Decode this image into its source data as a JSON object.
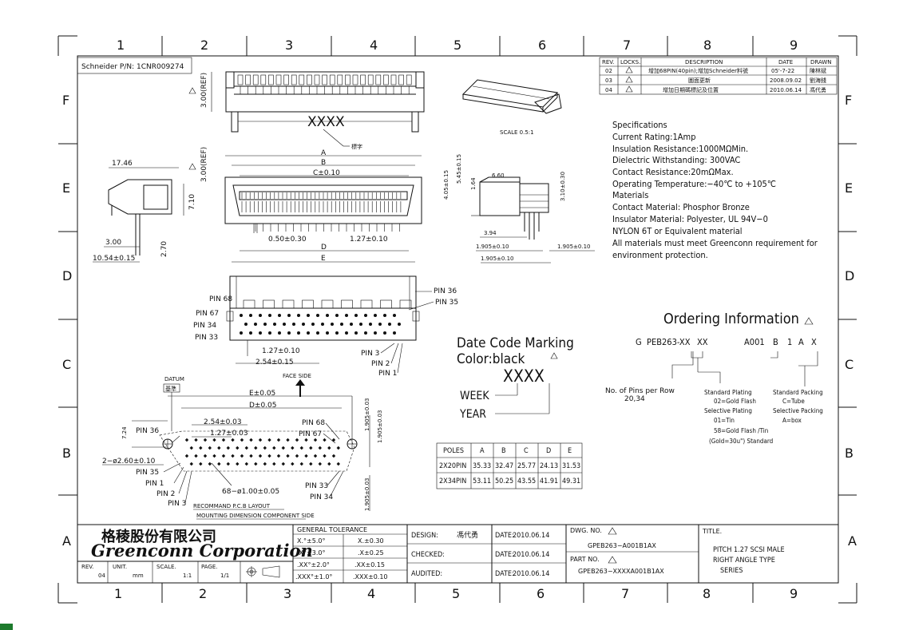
{
  "frame": {
    "columns": [
      "1",
      "2",
      "3",
      "4",
      "5",
      "6",
      "7",
      "8",
      "9"
    ],
    "rows": [
      "F",
      "E",
      "D",
      "C",
      "B",
      "A"
    ]
  },
  "part_number_label": "Schneider P/N: 1CNR009274",
  "revision_table": {
    "headers": [
      "REV.",
      "LOCKS.",
      "DESCRIPTION",
      "DATE",
      "DRAWN"
    ],
    "rows": [
      {
        "rev": "02",
        "desc": "增加68PIN(40pin);增加Schneider料號",
        "date": "05'-7-22",
        "drawn": "陳林斌"
      },
      {
        "rev": "03",
        "desc": "圖面更新",
        "date": "2008.09.02",
        "drawn": "劉海錢"
      },
      {
        "rev": "04",
        "desc": "增加日期碼標記及位置",
        "date": "2010.06.14",
        "drawn": "馮代勇"
      }
    ]
  },
  "top_view": {
    "ref_dim": "3.00(REF)",
    "marking": "XXXX",
    "marking_note": "標字"
  },
  "front_view": {
    "ref_dim": "3.00(REF)",
    "dim_a": "A",
    "dim_b": "B",
    "dim_c": "C±0.10",
    "dim_pin_w": "0.50±0.30",
    "dim_pitch": "1.27±0.10",
    "dim_d": "D",
    "dim_e": "E"
  },
  "side_view": {
    "dim_w": "17.46",
    "dim_h": "7.10",
    "dim_3": "3.00",
    "dim_270": "2.70",
    "dim_bottom": "10.54±0.15"
  },
  "iso_view": {
    "scale": "SCALE 0.5:1"
  },
  "right_view": {
    "dims": [
      "4.05±0.15",
      "5.45±0.15",
      "1.64",
      "6.60",
      "3.10±0.30",
      "3.94",
      "1.905±0.10",
      "1.905±0.10",
      "1.905±0.10"
    ]
  },
  "specs": {
    "title": "Specifications",
    "lines": [
      "Current Rating:1Amp",
      "Insulation Resistance:1000MΩMin.",
      "Dielectric Withstanding:    300VAC",
      "Contact Resistance:20mΩMax.",
      "Operating Temperature:−40℃ to +105℃",
      "Materials",
      "Contact Material: Phosphor Bronze",
      "Insulator Material: Polyester, UL 94V−0",
      "    NYLON 6T or Equivalent material",
      "All materials must meet Greenconn requirement for",
      "environment protection."
    ]
  },
  "pin_view": {
    "labels": [
      "PIN 68",
      "PIN 67",
      "PIN 34",
      "PIN 33",
      "PIN 36",
      "PIN 35",
      "PIN 3",
      "PIN 2",
      "PIN 1"
    ],
    "pitch": "1.27±0.10",
    "row_pitch": "2.54±0.15",
    "face": "FACE SIDE"
  },
  "pcb_layout": {
    "datum": "DATUM",
    "datum_code": "基準",
    "e_dim": "E±0.05",
    "d_dim": "D±0.05",
    "pitch_a": "2.54±0.03",
    "pitch_b": "1.27±0.03",
    "h_dim": "7.24",
    "hole": "2−ø2.60±0.10",
    "pin_hole": "68−ø1.00±0.05",
    "v_dim1": "1.905±0.03",
    "v_dim2": "1.905±0.03",
    "v_dim3": "1.905±0.03",
    "labels": [
      "PIN 36",
      "PIN 68",
      "PIN 67",
      "PIN 35",
      "PIN 1",
      "PIN 2",
      "PIN 3",
      "PIN 33",
      "PIN 34"
    ],
    "caption1": "RECOMMAND P.C.B LAYOUT",
    "caption2": "MOUNTING DIMENSION COMPONENT SIDE"
  },
  "date_code": {
    "title": "Date Code Marking",
    "color": "Color:black",
    "code": "XXXX",
    "week": "WEEK",
    "year": "YEAR"
  },
  "ordering": {
    "title": "Ordering Information",
    "code_parts": [
      "G",
      "PEB263-XX",
      "XX",
      "A001",
      "B",
      "1",
      "A",
      "X"
    ],
    "pins_label": "No. of Pins per Row",
    "pins_vals": "20,34",
    "plating": [
      "Standard Plating",
      "02=Gold Flash",
      "Selective Plating",
      "01=Tin",
      "58=Gold Flash /Tin",
      "(Gold=30u\") Standard"
    ],
    "packing": [
      "Standard Packing",
      "C=Tube",
      "Selective Packing",
      "A=box"
    ]
  },
  "poles_table": {
    "headers": [
      "POLES",
      "A",
      "B",
      "C",
      "D",
      "E"
    ],
    "rows": [
      [
        "2X20PIN",
        "35.33",
        "32.47",
        "25.77",
        "24.13",
        "31.53"
      ],
      [
        "2X34PIN",
        "53.11",
        "50.25",
        "43.55",
        "41.91",
        "49.31"
      ]
    ]
  },
  "title_block": {
    "company_cn": "格稜股份有限公司",
    "company_en": "Greenconn Corporation",
    "rev_label": "REV.",
    "rev": "04",
    "unit_label": "UNIT.",
    "unit": "mm",
    "scale_label": "SCALE.",
    "scale": "1:1",
    "page_label": "PAGE.",
    "page": "1/1",
    "tol_title": "GENERAL TOLERANCE",
    "tol": [
      [
        "X.°±5.0°",
        "X.±0.30"
      ],
      [
        ".X°±3.0°",
        ".X±0.25"
      ],
      [
        ".XX°±2.0°",
        ".XX±0.15"
      ],
      [
        ".XXX°±1.0°",
        ".XXX±0.10"
      ]
    ],
    "design": "DESIGN:",
    "designer": "馮代勇",
    "checked": "CHECKED:",
    "audited": "AUDITED:",
    "date_label": "DATE:",
    "dates": [
      "2010.06.14",
      "2010.06.14",
      "2010.06.14"
    ],
    "dwg_label": "DWG. NO.",
    "dwg": "GPEB263−A001B1AX",
    "part_label": "PART NO.",
    "part": "GPEB263−XXXXA001B1AX",
    "title_label": "TITLE.",
    "title_lines": [
      "PITCH 1.27 SCSI MALE",
      "RIGHT ANGLE TYPE",
      "SERIES"
    ]
  }
}
